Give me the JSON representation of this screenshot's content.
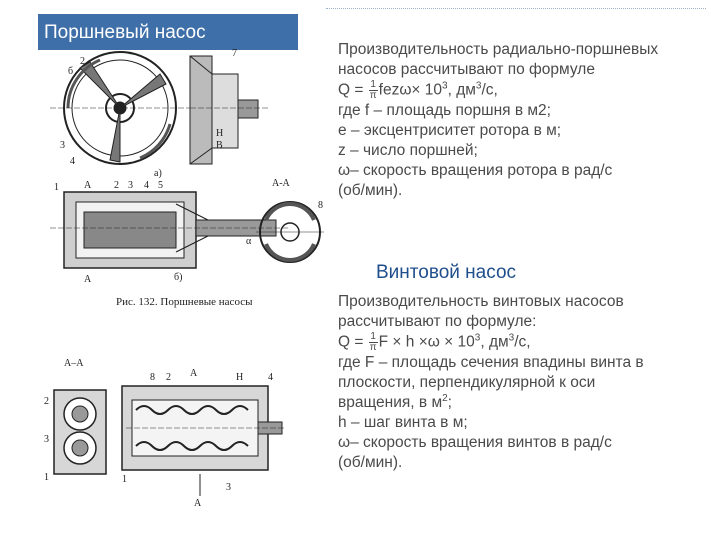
{
  "slide": {
    "title": "Поршневый насос",
    "piston_section": {
      "lines": [
        "Производительность радиально-поршневых",
        "насосов рассчитывают по формуле",
        "где f – площадь поршня в м2;",
        "е – эксцентриситет ротора в м;",
        "z – число поршней;",
        "ω– скорость вращения ротора в рад/с",
        "(об/мин)."
      ],
      "formula_prefix": "Q = ",
      "formula_num": "1",
      "formula_den": "π",
      "formula_body": "fezω× 10",
      "formula_exp": "3",
      "formula_unit": ", дм",
      "formula_unit_exp": "3",
      "formula_tail": "/с,"
    },
    "screw_heading": "Винтовой насос",
    "screw_section": {
      "lines": [
        "Производительность винтовых насосов",
        "рассчитывают по формуле:",
        "где F – площадь сечения впадины винта в",
        "плоскости, перпендикулярной к оси",
        "h – шаг винта в м;",
        "ω– скорость вращения винтов в рад/с",
        "(об/мин)."
      ],
      "formula_prefix": "Q = ",
      "formula_num": "1",
      "formula_den": "π",
      "formula_body": "F × h ×ω × 10",
      "formula_exp": "3",
      "formula_unit": ", дм",
      "formula_unit_exp": "3",
      "formula_tail": "/с,",
      "rotation_line": "вращения, в м",
      "rotation_exp": "2",
      "rotation_tail": ";"
    },
    "figure_top": {
      "caption": "Рис. 132. Поршневые насосы",
      "labels": {
        "a": "а)",
        "b": "б)",
        "section": "А-А",
        "A": "А",
        "Aa": "А",
        "n1": "1",
        "n2": "2",
        "n3": "3",
        "n4": "4",
        "n5": "5",
        "n6": "б",
        "n7": "7",
        "n8": "8",
        "n9": "Н",
        "n10": "В",
        "alpha": "α"
      }
    },
    "figure_bottom": {
      "labels": {
        "section": "А–А",
        "A": "А",
        "A2": "А",
        "H": "Н",
        "n1": "1",
        "n2": "2",
        "n3": "3",
        "n4": "4",
        "n8": "8",
        "l1": "1",
        "l2": "2",
        "l3": "3"
      }
    }
  }
}
